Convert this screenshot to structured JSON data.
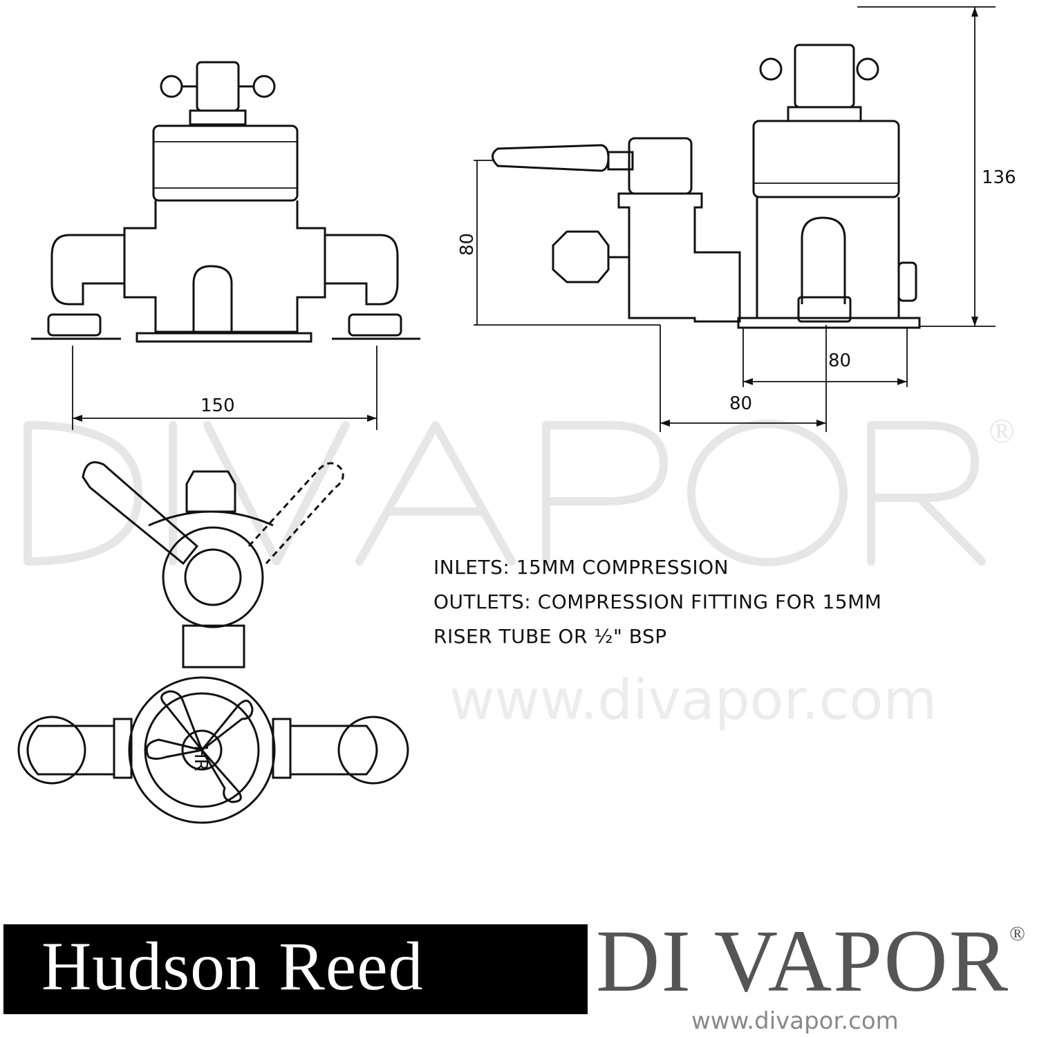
{
  "watermark": {
    "brand": "DI VAPOR",
    "registered": "®",
    "url": "www.divapor.com"
  },
  "dimensions": {
    "front_width": "150",
    "side_lever_height": "80",
    "side_total_height": "136",
    "side_body_depth": "80",
    "side_offset": "80"
  },
  "handle_label": "HR",
  "notes": [
    "INLETS: 15MM COMPRESSION",
    "OUTLETS: COMPRESSION FITTING FOR 15MM",
    "RISER TUBE OR ½\" BSP"
  ],
  "footer": {
    "hudson_reed_logo": "Hudson Reed",
    "divapor_logo": "DI VAPOR",
    "divapor_registered": "®",
    "divapor_url": "www.divapor.com"
  }
}
